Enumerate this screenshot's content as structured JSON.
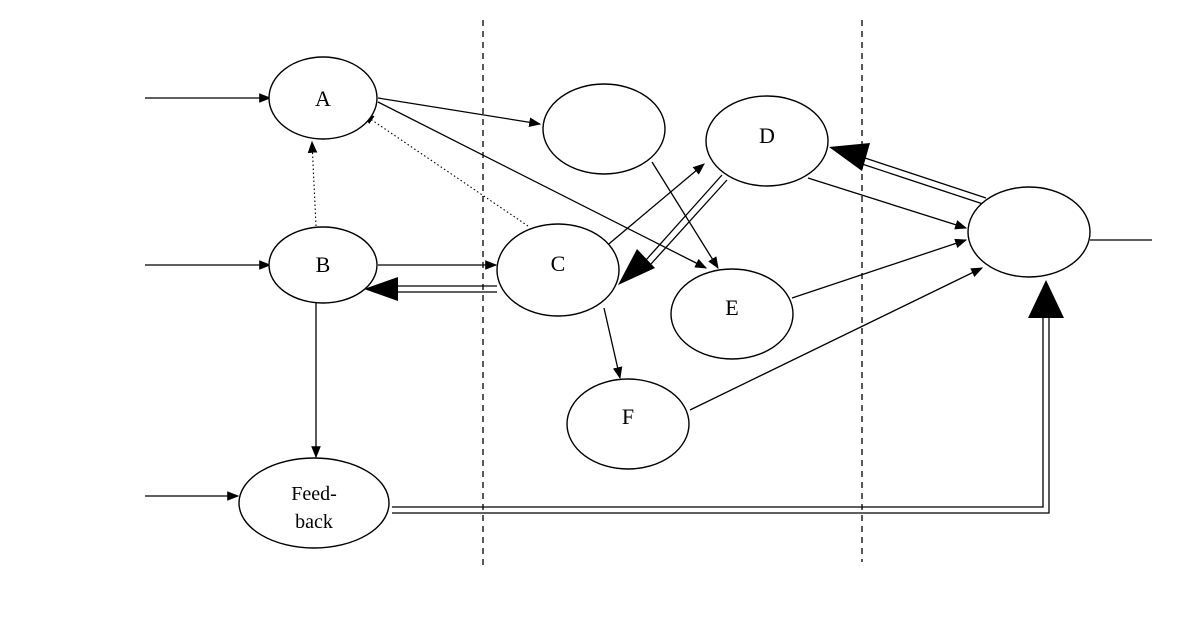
{
  "nodes": {
    "a": {
      "label": "A"
    },
    "b": {
      "label": "B"
    },
    "c": {
      "label": "C"
    },
    "d": {
      "label": "D"
    },
    "e": {
      "label": "E"
    },
    "f": {
      "label": "F"
    },
    "feedback": {
      "line1": "Feed-",
      "line2": "back"
    },
    "unlabeled_top": {
      "label": ""
    },
    "unlabeled_right": {
      "label": ""
    }
  },
  "colors": {
    "stroke": "#000000",
    "fill": "#ffffff"
  }
}
